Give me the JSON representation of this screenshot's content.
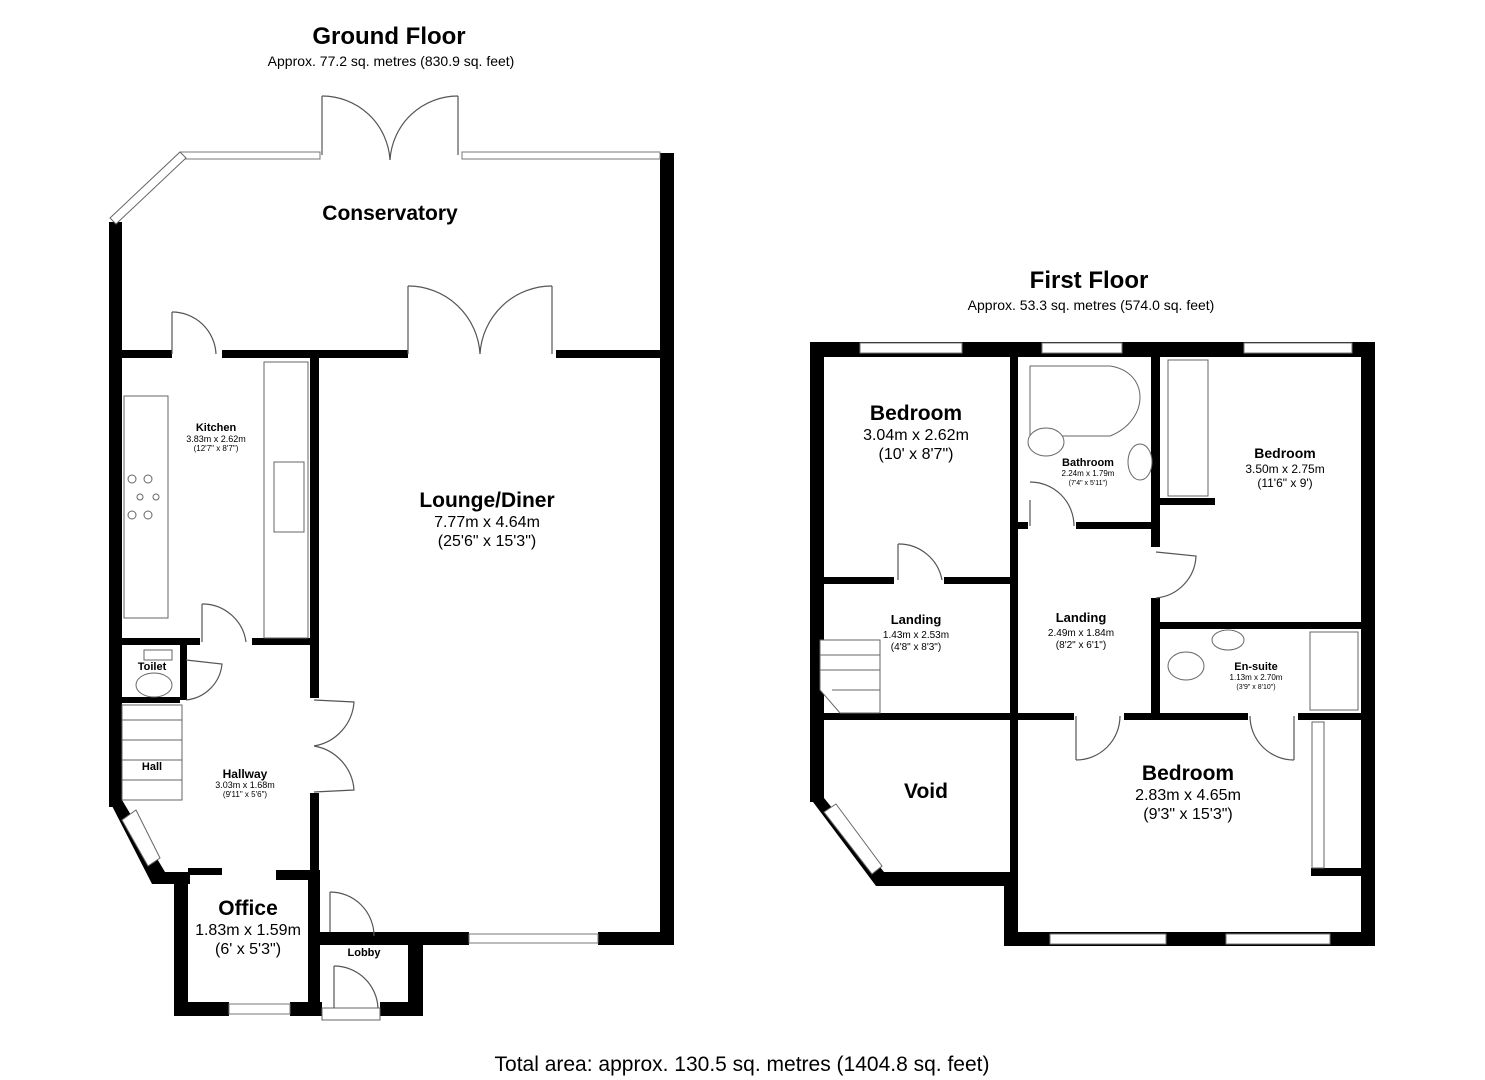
{
  "ground_floor": {
    "title": "Ground Floor",
    "area": "Approx. 77.2 sq. metres (830.9 sq. feet)",
    "rooms": {
      "conservatory": {
        "name": "Conservatory"
      },
      "kitchen": {
        "name": "Kitchen",
        "metric": "3.83m x 2.62m",
        "imperial": "(12'7\" x 8'7\")"
      },
      "lounge": {
        "name": "Lounge/Diner",
        "metric": "7.77m x 4.64m",
        "imperial": "(25'6\" x 15'3\")"
      },
      "toilet": {
        "name": "Toilet"
      },
      "hall": {
        "name": "Hall"
      },
      "hallway": {
        "name": "Hallway",
        "metric": "3.03m x 1.68m",
        "imperial": "(9'11\" x 5'6\")"
      },
      "office": {
        "name": "Office",
        "metric": "1.83m x 1.59m",
        "imperial": "(6' x 5'3\")"
      },
      "lobby": {
        "name": "Lobby"
      }
    }
  },
  "first_floor": {
    "title": "First Floor",
    "area": "Approx. 53.3 sq. metres (574.0 sq. feet)",
    "rooms": {
      "bedroom_front_left": {
        "name": "Bedroom",
        "metric": "3.04m x 2.62m",
        "imperial": "(10' x 8'7\")"
      },
      "bathroom": {
        "name": "Bathroom",
        "metric": "2.24m x 1.79m",
        "imperial": "(7'4\" x 5'11\")"
      },
      "bedroom_right": {
        "name": "Bedroom",
        "metric": "3.50m x 2.75m",
        "imperial": "(11'6\" x 9')"
      },
      "landing_left": {
        "name": "Landing",
        "metric": "1.43m x 2.53m",
        "imperial": "(4'8\" x 8'3\")"
      },
      "landing_mid": {
        "name": "Landing",
        "metric": "2.49m x 1.84m",
        "imperial": "(8'2\" x 6'1\")"
      },
      "ensuite": {
        "name": "En-suite",
        "metric": "1.13m x 2.70m",
        "imperial": "(3'9\" x 8'10\")"
      },
      "void": {
        "name": "Void"
      },
      "bedroom_rear": {
        "name": "Bedroom",
        "metric": "2.83m x 4.65m",
        "imperial": "(9'3\" x 15'3\")"
      }
    }
  },
  "total_area": "Total area: approx. 130.5 sq. metres (1404.8 sq. feet)"
}
